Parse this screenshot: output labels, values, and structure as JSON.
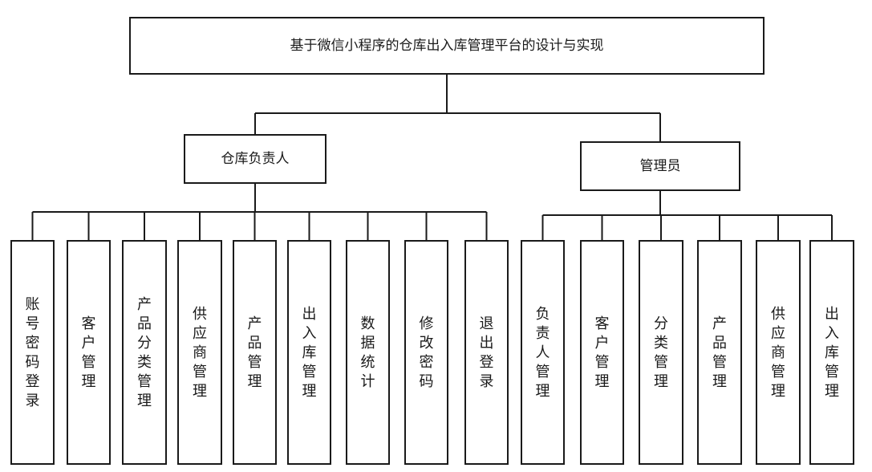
{
  "root": {
    "label": "基于微信小程序的仓库出入库管理平台的设计与实现"
  },
  "branches": [
    {
      "label": "仓库负责人",
      "children": [
        "账号密码登录",
        "客户管理",
        "产品分类管理",
        "供应商管理",
        "产品管理",
        "出入库管理",
        "数据统计",
        "修改密码",
        "退出登录"
      ]
    },
    {
      "label": "管理员",
      "children": [
        "负责人管理",
        "客户管理",
        "分类管理",
        "产品管理",
        "供应商管理",
        "出入库管理"
      ]
    }
  ]
}
